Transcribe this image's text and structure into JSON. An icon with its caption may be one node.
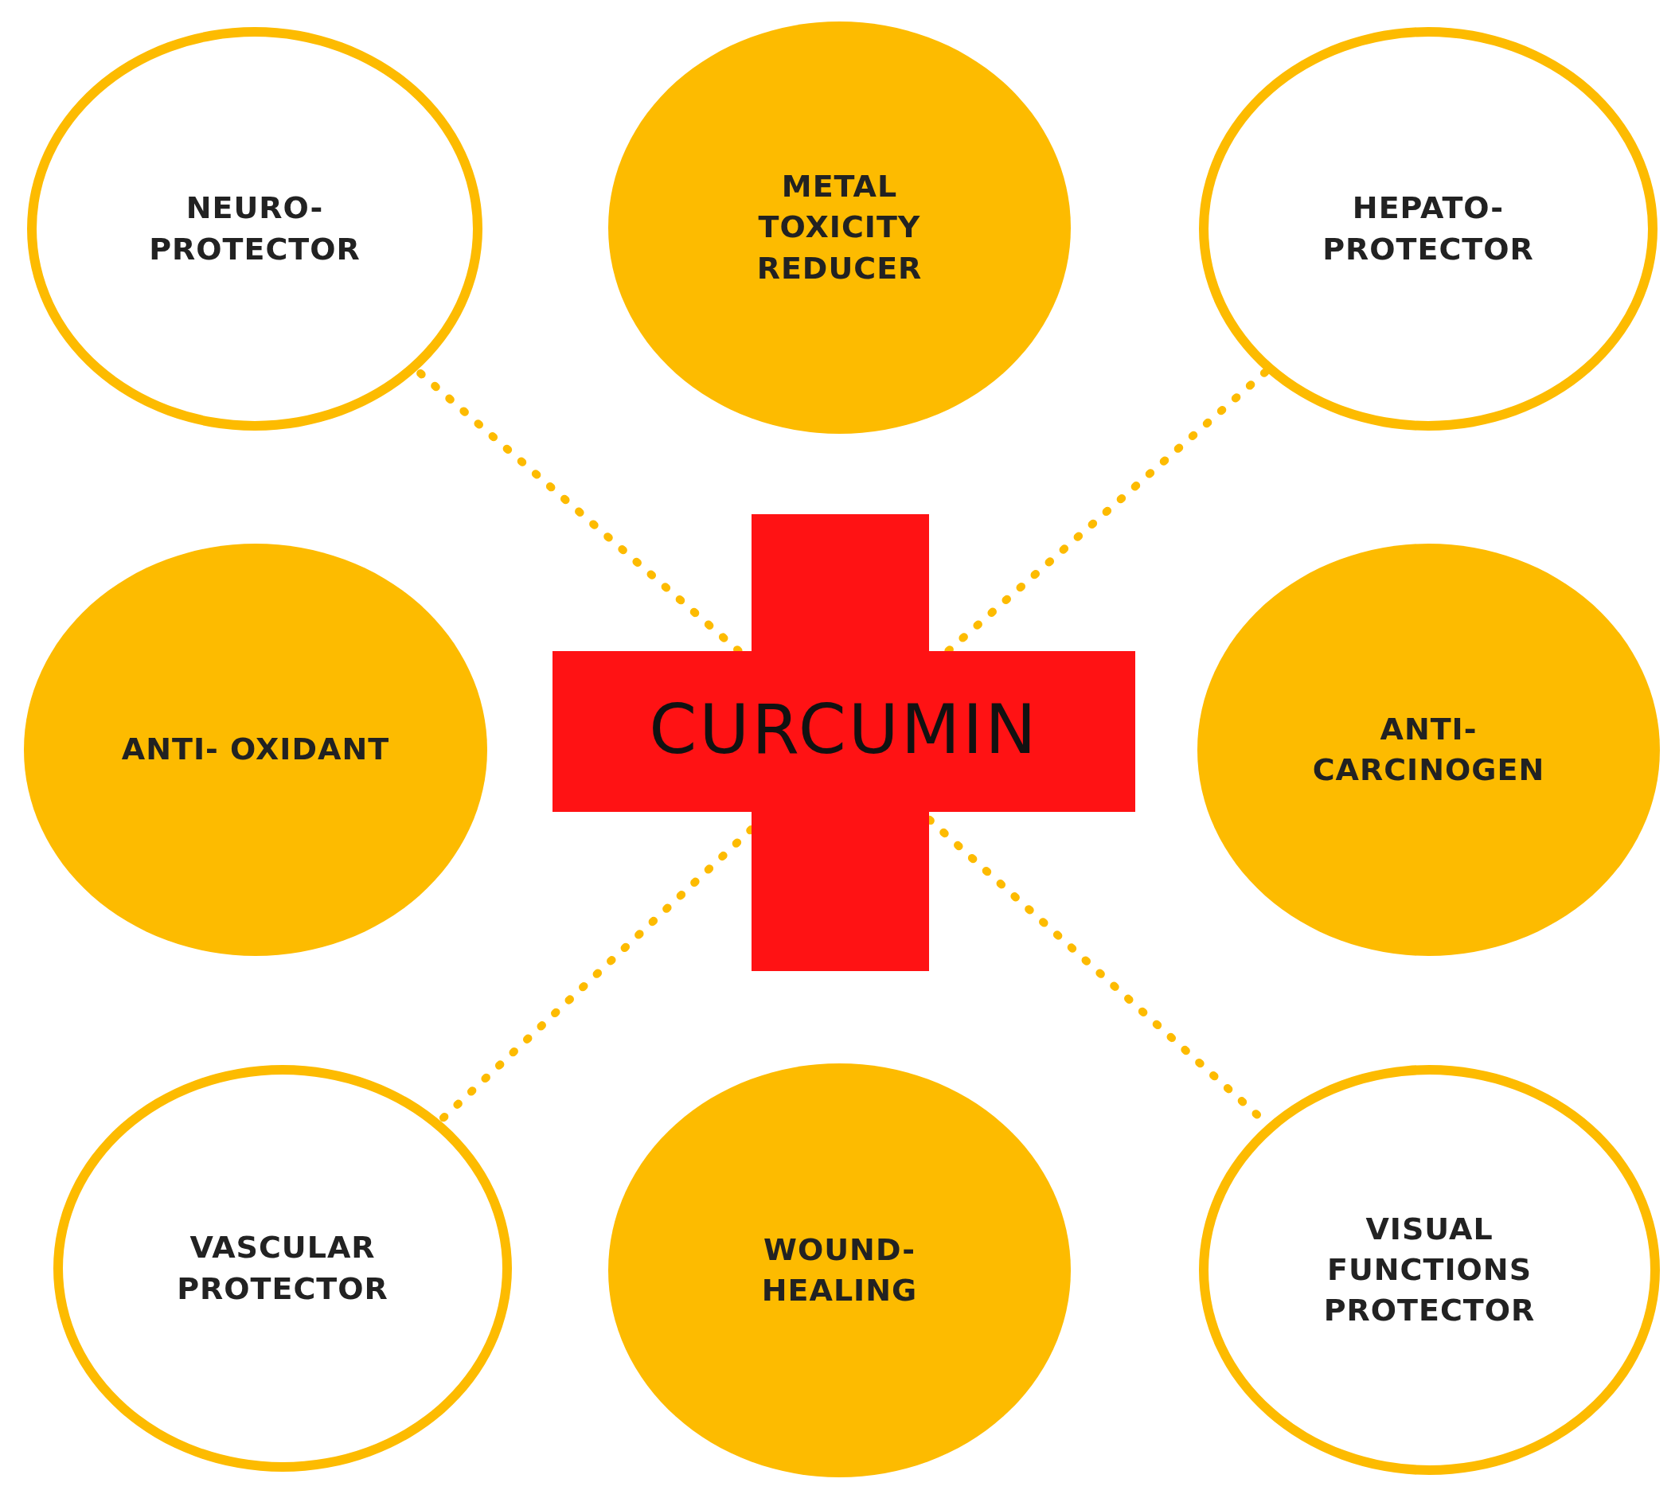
{
  "diagram": {
    "nodes": [
      {
        "text": [
          "NEURO- PROTECTOR"
        ]
      },
      {
        "text": [
          "METAL TOXICITY REDUCER"
        ]
      },
      {
        "text": [
          "HEPATO- PROTECTOR"
        ]
      },
      {
        "text": [
          "ANTI- OXIDANT"
        ]
      },
      {
        "text": [
          "CURCUMIN"
        ]
      },
      {
        "text": [
          "ANTI- CARCINOGEN"
        ]
      },
      {
        "text": [
          "VASCULAR PROTECTOR"
        ]
      },
      {
        "text": [
          "WOUND- HEALING"
        ]
      },
      {
        "text": [
          "VISUAL FUNCTIONS PROTECTOR"
        ]
      }
    ],
    "edges": [
      {
        "from": 4,
        "to": 0,
        "arrow": "none",
        "style": "dashed"
      },
      {
        "from": 4,
        "to": 2,
        "arrow": "none",
        "style": "dashed"
      },
      {
        "from": 4,
        "to": 6,
        "arrow": "none",
        "style": "dashed"
      },
      {
        "from": 4,
        "to": 8,
        "arrow": "none",
        "style": "dashed"
      }
    ]
  }
}
